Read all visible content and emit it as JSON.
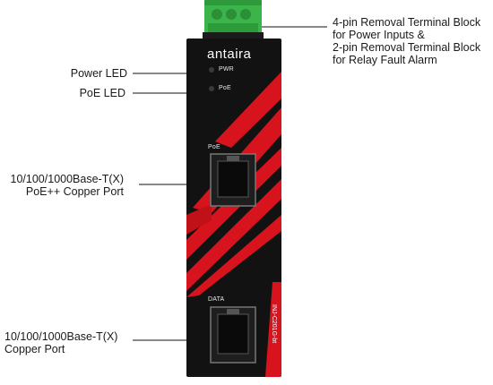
{
  "device": {
    "brand": "antaira",
    "led_pwr_label": "PWR",
    "led_poe_label": "PoE",
    "port_poe_label": "PoE",
    "port_data_label": "DATA",
    "model_label": "INJ-C201G-bt",
    "colors": {
      "body": "#121212",
      "stripe": "#d7141e",
      "terminal": "#3bb54a"
    }
  },
  "callouts": {
    "terminal": [
      "4-pin Removal Terminal Block",
      "for Power Inputs &",
      "2-pin Removal Terminal Block",
      "for Relay Fault Alarm"
    ],
    "power_led": "Power LED",
    "poe_led": "PoE LED",
    "poe_port": [
      "10/100/1000Base-T(X)",
      "PoE++ Copper Port"
    ],
    "copper_port": [
      "10/100/1000Base-T(X)",
      "Copper Port"
    ]
  }
}
